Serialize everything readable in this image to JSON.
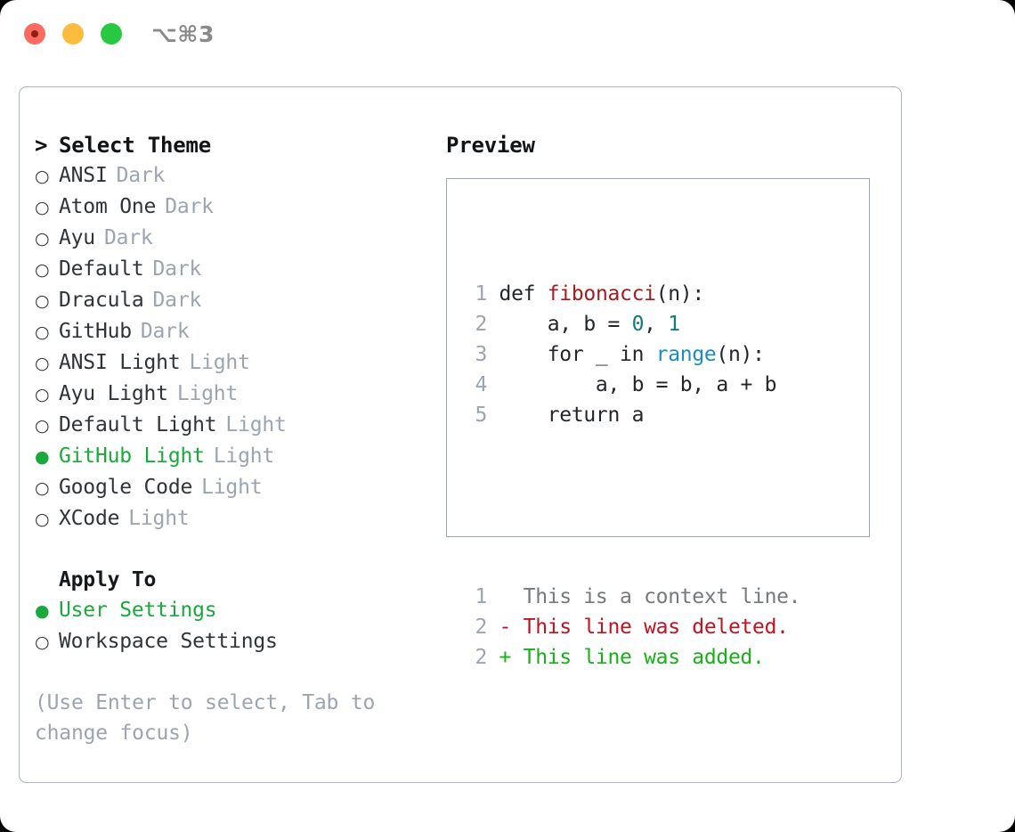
{
  "window": {
    "shortcut": "⌥⌘3",
    "traffic_lights": [
      {
        "name": "close",
        "color": "#fb6a5f"
      },
      {
        "name": "minimize",
        "color": "#fcbc40"
      },
      {
        "name": "zoom",
        "color": "#26c941"
      }
    ]
  },
  "theme_list": {
    "prompt": ">",
    "header": "Select Theme",
    "marker_unselected": "○",
    "marker_selected": "●",
    "items": [
      {
        "name": "ANSI",
        "kind": "Dark",
        "selected": false
      },
      {
        "name": "Atom One",
        "kind": "Dark",
        "selected": false
      },
      {
        "name": "Ayu",
        "kind": "Dark",
        "selected": false
      },
      {
        "name": "Default",
        "kind": "Dark",
        "selected": false
      },
      {
        "name": "Dracula",
        "kind": "Dark",
        "selected": false
      },
      {
        "name": "GitHub",
        "kind": "Dark",
        "selected": false
      },
      {
        "name": "ANSI Light",
        "kind": "Light",
        "selected": false
      },
      {
        "name": "Ayu Light",
        "kind": "Light",
        "selected": false
      },
      {
        "name": "Default Light",
        "kind": "Light",
        "selected": false
      },
      {
        "name": "GitHub Light",
        "kind": "Light",
        "selected": true
      },
      {
        "name": "Google Code",
        "kind": "Light",
        "selected": false
      },
      {
        "name": "XCode",
        "kind": "Light",
        "selected": false
      }
    ]
  },
  "apply_to": {
    "title": "Apply To",
    "items": [
      {
        "name": "User Settings",
        "selected": true
      },
      {
        "name": "Workspace Settings",
        "selected": false
      }
    ]
  },
  "hint": "(Use Enter to select, Tab to change focus)",
  "preview": {
    "title": "Preview",
    "code_lines": [
      {
        "num": "1",
        "tokens": [
          {
            "t": " def ",
            "c": "txt"
          },
          {
            "t": "fibonacci",
            "c": "fn"
          },
          {
            "t": "(n):",
            "c": "txt"
          }
        ]
      },
      {
        "num": "2",
        "tokens": [
          {
            "t": "     a, b = ",
            "c": "txt"
          },
          {
            "t": "0",
            "c": "num"
          },
          {
            "t": ", ",
            "c": "txt"
          },
          {
            "t": "1",
            "c": "num"
          }
        ]
      },
      {
        "num": "3",
        "tokens": [
          {
            "t": "     for _ in ",
            "c": "txt"
          },
          {
            "t": "range",
            "c": "bi"
          },
          {
            "t": "(n):",
            "c": "txt"
          }
        ]
      },
      {
        "num": "4",
        "tokens": [
          {
            "t": "         a, b = b, a + b",
            "c": "txt"
          }
        ]
      },
      {
        "num": "5",
        "tokens": [
          {
            "t": "     return a",
            "c": "txt"
          }
        ]
      }
    ],
    "diff_lines": [
      {
        "num": "1",
        "tokens": [
          {
            "t": "   This is a context line.",
            "c": "ctx"
          }
        ]
      },
      {
        "num": "2",
        "tokens": [
          {
            "t": " - This line was deleted.",
            "c": "del"
          }
        ]
      },
      {
        "num": "2",
        "tokens": [
          {
            "t": " + This line was added.",
            "c": "add"
          }
        ]
      }
    ]
  },
  "colors": {
    "selected_green": "#1aa93c",
    "muted_gray": "#9aa5b1",
    "border": "#aab3bf",
    "function_red": "#a81a22",
    "number_teal": "#0f7c76",
    "builtin_blue": "#1a8cc4",
    "diff_deleted": "#c1121f",
    "diff_added": "#18b018"
  }
}
